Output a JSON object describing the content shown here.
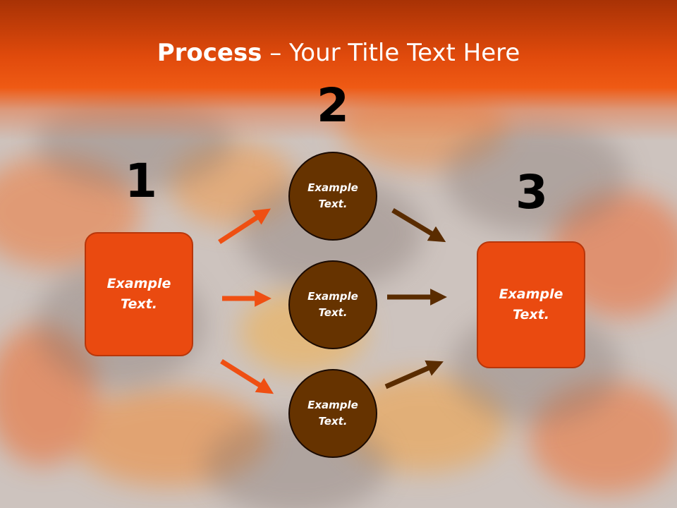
{
  "title": {
    "bold": "Process",
    "rest": " – Your Title Text Here"
  },
  "steps": {
    "one": {
      "number": "1",
      "text": "Example Text."
    },
    "two": {
      "number": "2"
    },
    "three": {
      "number": "3",
      "text": "Example Text."
    }
  },
  "circles": [
    {
      "text": "Example Text."
    },
    {
      "text": "Example Text."
    },
    {
      "text": "Example Text."
    }
  ],
  "colors": {
    "orange": "#ea4a10",
    "brown": "#663300",
    "arrow_orange": "#ef4f12",
    "arrow_brown": "#5a2c00"
  }
}
